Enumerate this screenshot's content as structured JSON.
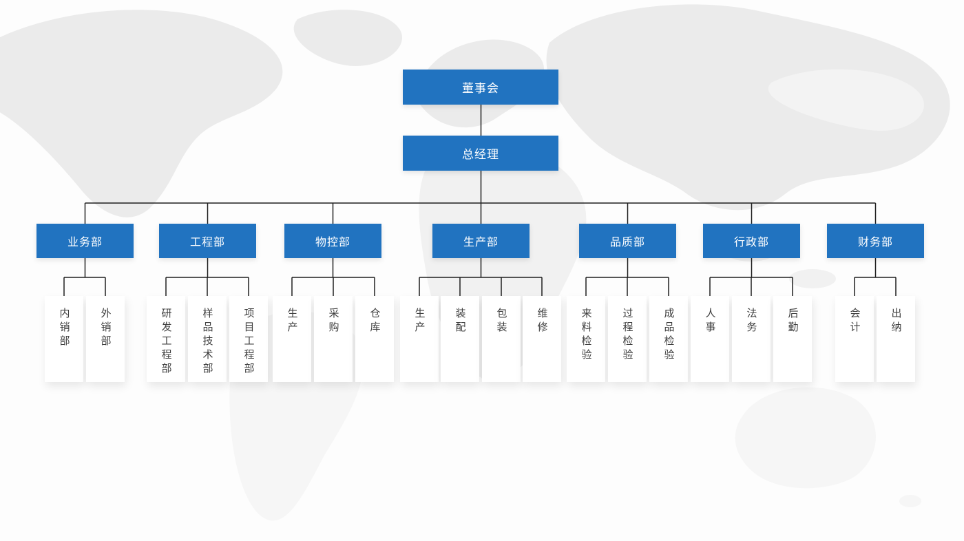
{
  "colors": {
    "node_blue": "#2173c0",
    "node_text": "#ffffff",
    "leaf_background": "#ffffff",
    "leaf_text": "#3e3e3e",
    "connector": "#1e1e1e",
    "map_silhouette": "#ececec"
  },
  "icons": {
    "background": "world-map-silhouette"
  },
  "org_chart": {
    "root": "董事会",
    "general_manager": "总经理",
    "departments": [
      {
        "label": "业务部",
        "children": [
          "内销部",
          "外销部"
        ]
      },
      {
        "label": "工程部",
        "children": [
          "研发工程部",
          "样品技术部",
          "项目工程部"
        ]
      },
      {
        "label": "物控部",
        "children": [
          "生产",
          "采购",
          "仓库"
        ]
      },
      {
        "label": "生产部",
        "children": [
          "生产",
          "装配",
          "包装",
          "维修"
        ]
      },
      {
        "label": "品质部",
        "children": [
          "来料检验",
          "过程检验",
          "成品检验"
        ]
      },
      {
        "label": "行政部",
        "children": [
          "人事",
          "法务",
          "后勤"
        ]
      },
      {
        "label": "财务部",
        "children": [
          "会计",
          "出纳"
        ]
      }
    ]
  }
}
